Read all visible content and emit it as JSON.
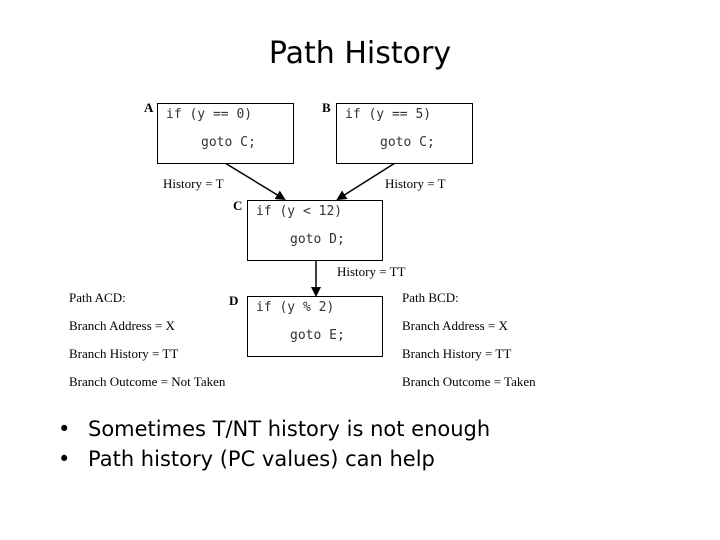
{
  "title": "Path History",
  "nodes": {
    "A": {
      "label": "A",
      "line1": "if (y == 0)",
      "line2": "goto C;"
    },
    "B": {
      "label": "B",
      "line1": "if (y == 5)",
      "line2": "goto C;"
    },
    "C": {
      "label": "C",
      "line1": "if (y < 12)",
      "line2": "goto D;"
    },
    "D": {
      "label": "D",
      "line1": "if (y % 2)",
      "line2": "goto E;"
    }
  },
  "edges": {
    "a_to_c": "History = T",
    "b_to_c": "History = T",
    "c_to_d": "History = TT"
  },
  "path_acd": {
    "heading": "Path ACD:",
    "address": "Branch Address = X",
    "history": "Branch History = TT",
    "outcome": "Branch Outcome = Not Taken"
  },
  "path_bcd": {
    "heading": "Path BCD:",
    "address": "Branch Address = X",
    "history": "Branch History = TT",
    "outcome": "Branch Outcome = Taken"
  },
  "bullets": [
    "Sometimes T/NT history is not enough",
    "Path history (PC values) can help"
  ],
  "bullet_glyph": "•"
}
